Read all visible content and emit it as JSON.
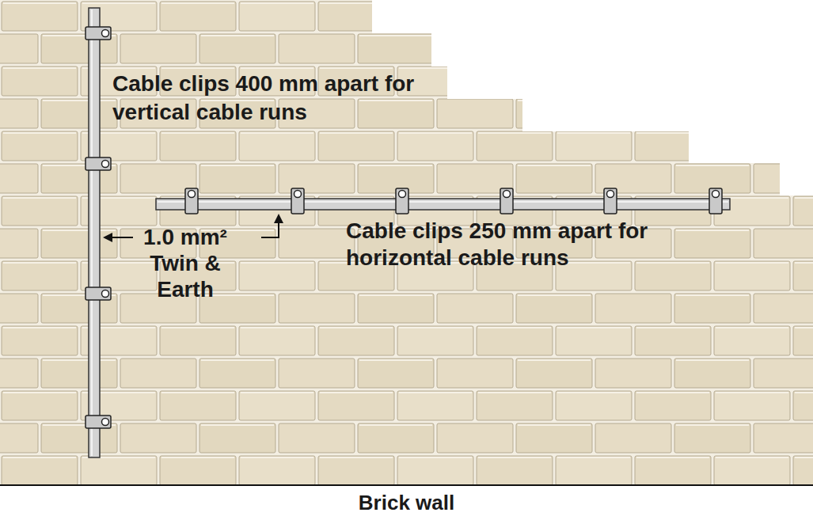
{
  "diagram": {
    "caption": "Brick wall",
    "labels": [
      "Cable clips 400 mm apart for vertical cable runs",
      "1.0 mm² Twin & Earth",
      "Cable clips 250 mm apart for horizontal cable runs"
    ]
  }
}
